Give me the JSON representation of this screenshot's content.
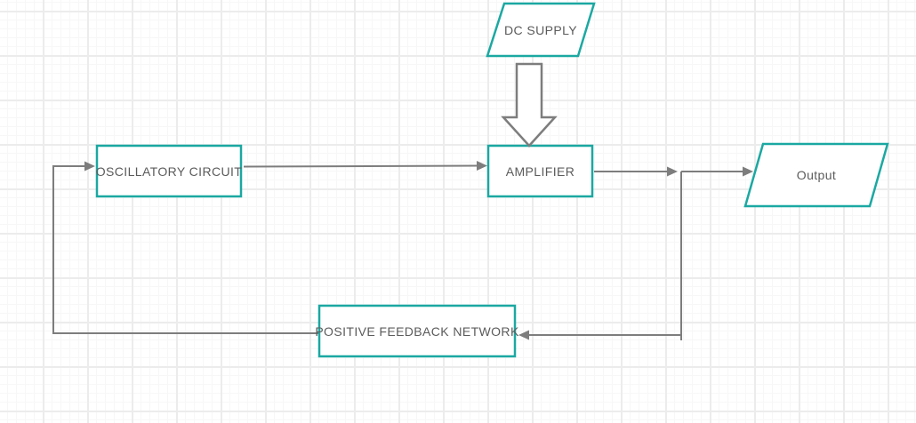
{
  "colors": {
    "canvas_bg": "#ffffff",
    "grid_minor": "#f7f7f7",
    "grid_major": "#ececec",
    "shape_stroke": "#1ba8a2",
    "connector_stroke": "#7d7d7d",
    "text_color": "#5b5b5b"
  },
  "nodes": {
    "dc_supply": {
      "label": "DC SUPPLY",
      "shape": "parallelogram"
    },
    "oscillatory_circuit": {
      "label": "OSCILLATORY CIRCUIT",
      "shape": "rectangle"
    },
    "amplifier": {
      "label": "AMPLIFIER",
      "shape": "rectangle"
    },
    "positive_feedback_network": {
      "label": "POSITIVE FEEDBACK NETWORK",
      "shape": "rectangle"
    },
    "output": {
      "label": "Output",
      "shape": "parallelogram"
    }
  },
  "edges": [
    {
      "from": "dc_supply",
      "to": "amplifier",
      "style": "block-arrow-down"
    },
    {
      "from": "oscillatory_circuit",
      "to": "amplifier",
      "style": "arrow"
    },
    {
      "from": "amplifier",
      "to": "output",
      "style": "arrow"
    },
    {
      "from": "amplifier",
      "to": "positive_feedback_network",
      "style": "arrow"
    },
    {
      "from": "positive_feedback_network",
      "to": "oscillatory_circuit",
      "style": "arrow"
    }
  ]
}
